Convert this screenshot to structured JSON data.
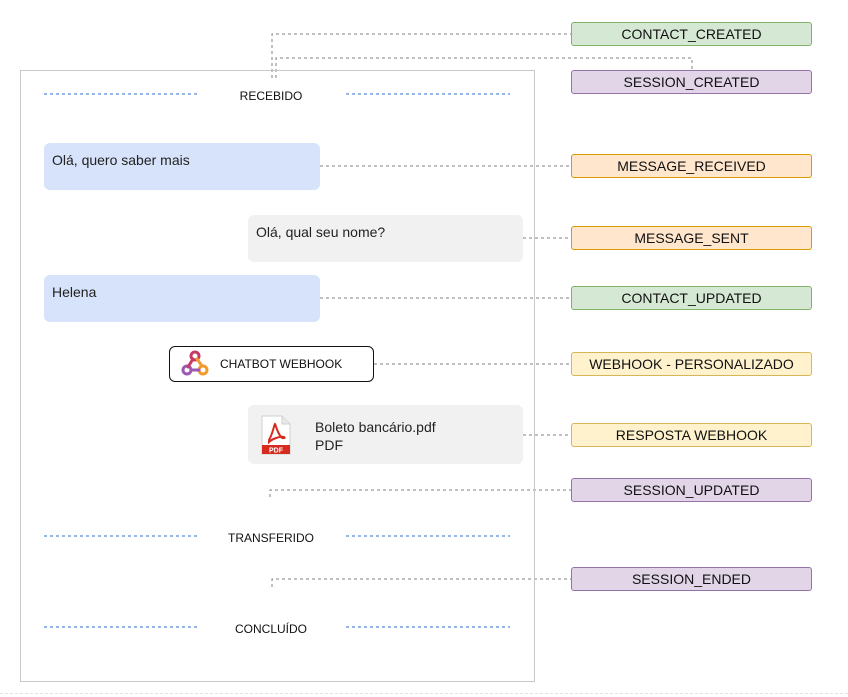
{
  "stages": {
    "received": "RECEBIDO",
    "transferred": "TRANSFERIDO",
    "concluded": "CONCLUÍDO"
  },
  "messages": {
    "customer_1": "Olá, quero saber mais",
    "agent_1": "Olá, qual seu nome?",
    "customer_2": "Helena"
  },
  "webhook": {
    "label": "CHATBOT WEBHOOK",
    "icon": "webhook-icon"
  },
  "attachment": {
    "file_name": "Boleto bancário.pdf",
    "file_type": "PDF",
    "icon": "pdf-file-icon",
    "icon_text": "PDF"
  },
  "events": {
    "contact_created": "CONTACT_CREATED",
    "session_created": "SESSION_CREATED",
    "message_received": "MESSAGE_RECEIVED",
    "message_sent": "MESSAGE_SENT",
    "contact_updated": "CONTACT_UPDATED",
    "webhook_custom": "WEBHOOK - PERSONALIZADO",
    "webhook_response": "RESPOSTA WEBHOOK",
    "session_updated": "SESSION_UPDATED",
    "session_ended": "SESSION_ENDED"
  },
  "colors": {
    "green_fill": "#d5e8d4",
    "green_border": "#82b366",
    "purple_fill": "#e1d5e7",
    "purple_border": "#9673a6",
    "orange_fill": "#ffe6cc",
    "orange_border": "#d79b00",
    "yellow_fill": "#fff2cc",
    "yellow_border": "#d6b656",
    "incoming_bubble": "#d6e3fb",
    "outgoing_bubble": "#f1f1f1",
    "stage_divider": "#2b6fd6",
    "connector": "#808080"
  }
}
